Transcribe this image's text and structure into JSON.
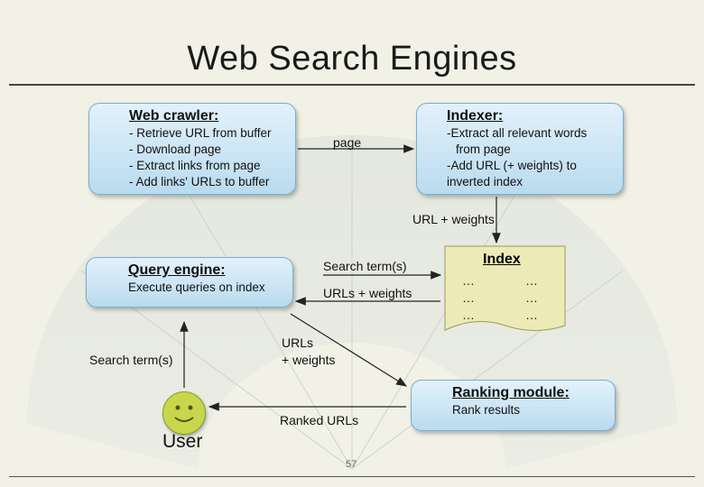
{
  "title": "Web Search Engines",
  "page_number": "57",
  "crawler": {
    "heading": "Web crawler:",
    "lines": [
      "- Retrieve URL from buffer",
      "- Download page",
      "- Extract links from page",
      "- Add links' URLs to buffer"
    ]
  },
  "indexer": {
    "heading": "Indexer:",
    "lines": [
      "-Extract all relevant words",
      "from page",
      "-Add URL (+ weights) to",
      "inverted index"
    ]
  },
  "query": {
    "heading": "Query engine:",
    "lines": [
      "Execute queries on index"
    ]
  },
  "ranking": {
    "heading": "Ranking module:",
    "lines": [
      "Rank results"
    ]
  },
  "index": {
    "title": "Index",
    "rows": [
      [
        "…",
        "…"
      ],
      [
        "…",
        "…"
      ],
      [
        "…",
        "…"
      ]
    ]
  },
  "edges": {
    "page": "page",
    "url_weights": "URL + weights",
    "search_terms_right": "Search term(s)",
    "urls_weights": "URLs + weights",
    "urls_weights_diag_1": "URLs",
    "urls_weights_diag_2": "+ weights",
    "search_terms_left": "Search term(s)",
    "ranked_urls": "Ranked URLs"
  },
  "user": {
    "label": "User",
    "icon": "smiley-face-icon"
  },
  "colors": {
    "box_top": "#e3f1fb",
    "box_bottom": "#b9dbef",
    "doc": "#ecebb8",
    "face": "#c7d64a"
  }
}
